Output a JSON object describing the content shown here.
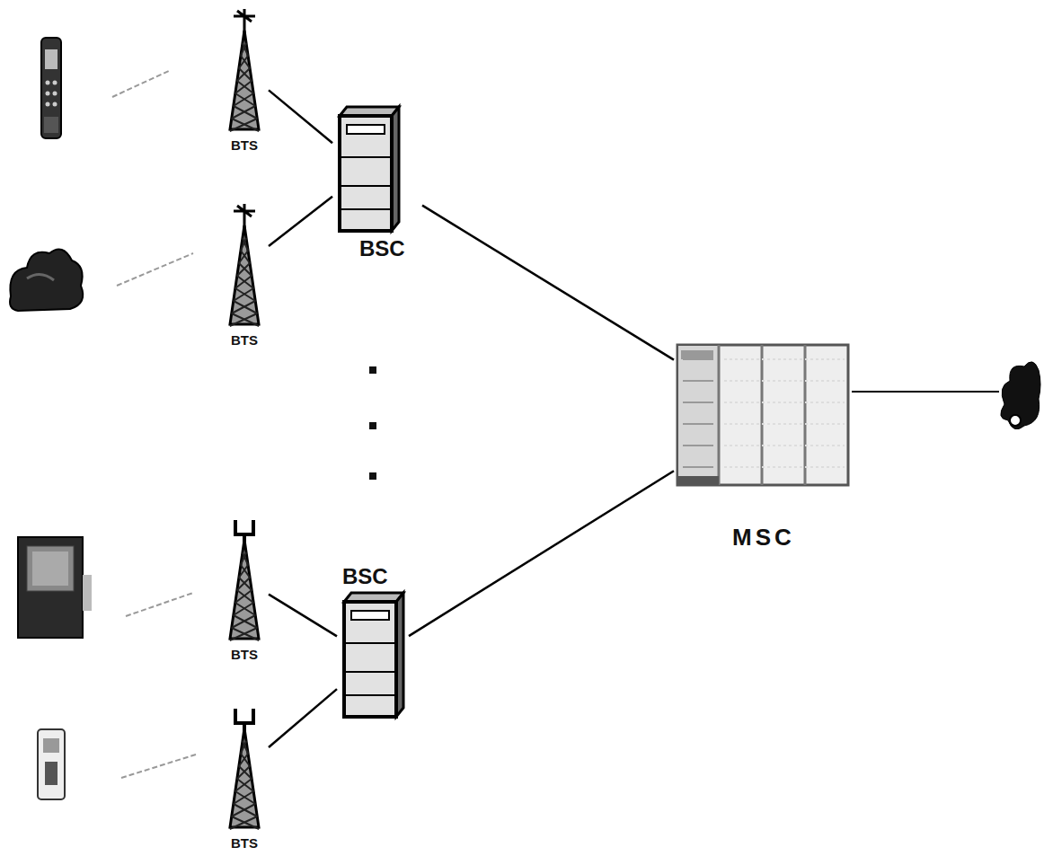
{
  "diagram": {
    "nodes": [
      {
        "text": [
          "BTS"
        ]
      },
      {
        "text": [
          "BSC"
        ]
      },
      {
        "text": [
          "BTS"
        ]
      },
      {
        "text": [
          "MSC"
        ]
      },
      {
        "text": [
          "BTS"
        ]
      },
      {
        "text": [
          "BSC"
        ]
      },
      {
        "text": [
          "BTS"
        ]
      }
    ],
    "edges": [
      {
        "from": 0,
        "to": 1,
        "arrow": "none"
      },
      {
        "from": 2,
        "to": 1,
        "arrow": "none"
      },
      {
        "from": 1,
        "to": 3,
        "arrow": "none"
      },
      {
        "from": 4,
        "to": 5,
        "arrow": "none"
      },
      {
        "from": 6,
        "to": 5,
        "arrow": "none"
      },
      {
        "from": 5,
        "to": 3,
        "arrow": "none"
      }
    ]
  }
}
